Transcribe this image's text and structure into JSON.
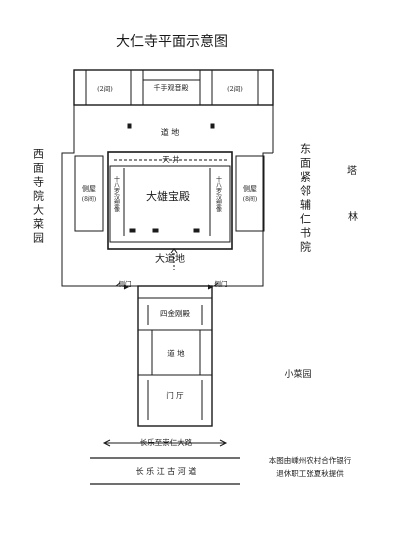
{
  "title": "大仁寺平面示意图",
  "labels": {
    "guanyin_hall": "千手观音殿",
    "wing_left": "(2间)",
    "wing_right": "(2间)",
    "path_upper": "道 地",
    "tianjing": "天 井",
    "main_hall": "大雄宝殿",
    "arhat_left": "十八罗汉塑像",
    "arhat_right": "十八罗汉塑像",
    "side_room_left": "侧屋",
    "side_room_left_sub": "(8间)",
    "side_room_right": "侧屋",
    "side_room_right_sub": "(8间)",
    "great_path": "大道地",
    "side_gate_left": "侧门",
    "side_gate_right": "侧门",
    "four_kings_hall": "四金刚殿",
    "path_lower": "道 地",
    "gate_hall": "门 厅",
    "west": "西面寺院大菜园",
    "east": "东面紧邻辅仁书院",
    "pagoda_forest_1": "塔",
    "pagoda_forest_2": "林",
    "small_garden": "小菜园",
    "road_upper": "长乐至崇仁大路",
    "road_lower": "长 乐 江 古 河 道",
    "credit_line1": "本图由嵊州农村合作银行",
    "credit_line2": "退休职工张夏秋提供"
  },
  "colors": {
    "ink": "#1a1a1a",
    "paper": "#ffffff"
  }
}
